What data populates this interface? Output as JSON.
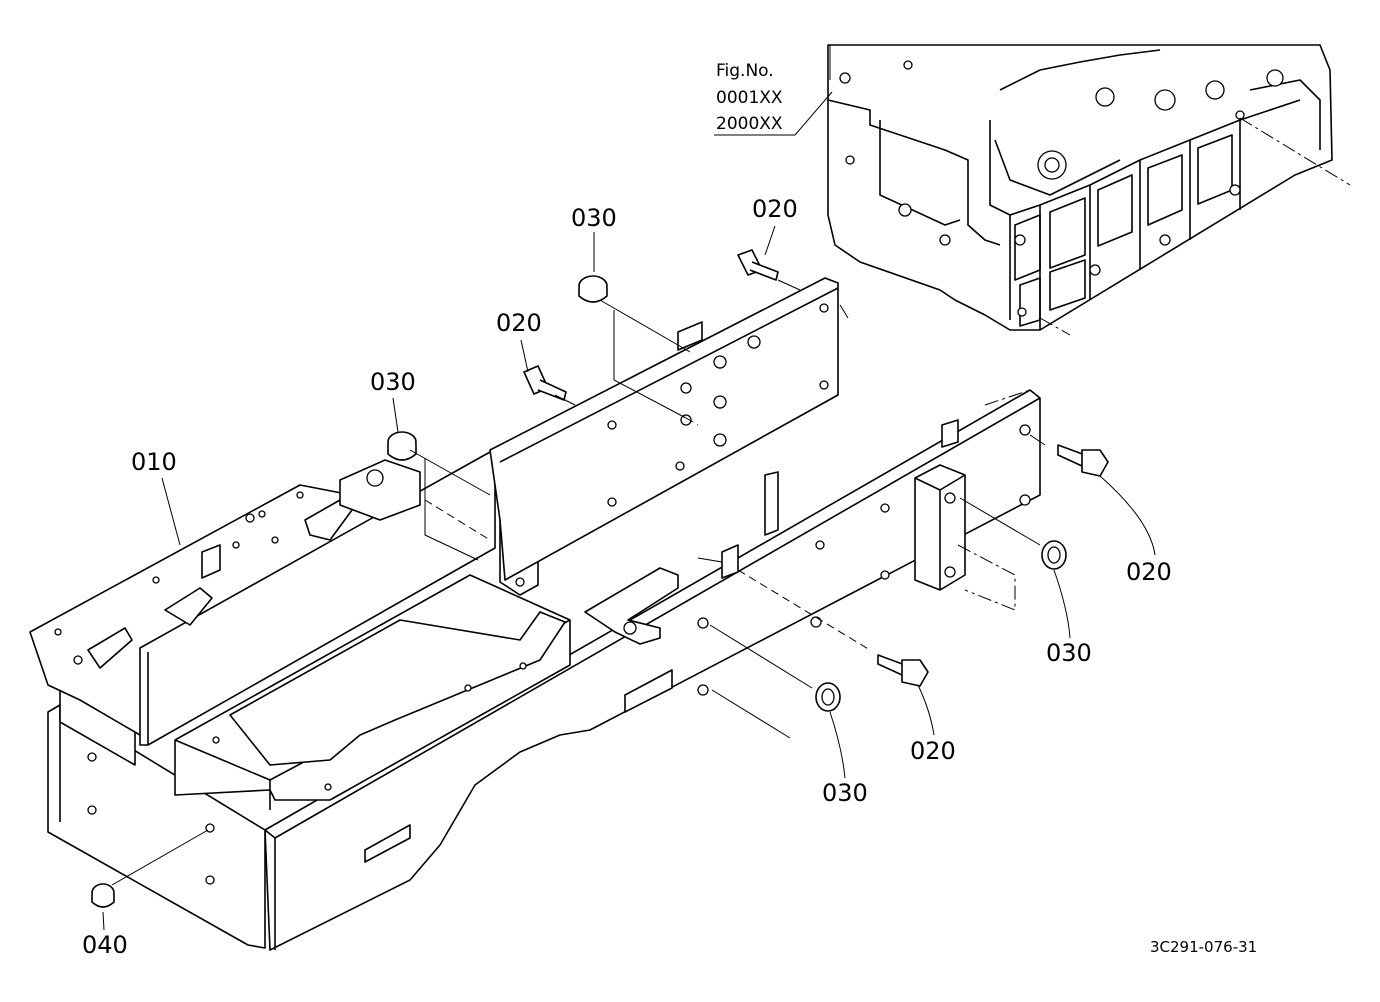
{
  "figure_reference": {
    "prefix": "Fig.No.",
    "line1": "0001XX",
    "line2": "2000XX"
  },
  "drawing_code": "3C291-076-31",
  "callouts": [
    {
      "id": "010",
      "label": "010"
    },
    {
      "id": "020-upper",
      "label": "020"
    },
    {
      "id": "030-upper",
      "label": "030"
    },
    {
      "id": "020-mid",
      "label": "020"
    },
    {
      "id": "030-mid",
      "label": "030"
    },
    {
      "id": "020-right",
      "label": "020"
    },
    {
      "id": "030-right",
      "label": "030"
    },
    {
      "id": "020-lower",
      "label": "020"
    },
    {
      "id": "030-lower",
      "label": "030"
    },
    {
      "id": "040",
      "label": "040"
    }
  ]
}
